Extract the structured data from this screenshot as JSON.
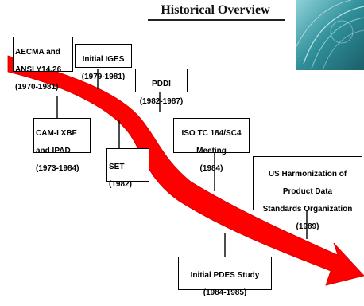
{
  "title": "Historical Overview",
  "milestones": [
    {
      "line1": "AECMA and",
      "line2": "ANSI Y14.26",
      "line3": "(1970-1981)"
    },
    {
      "line1": "Initial IGES",
      "line2": "(1979-1981)"
    },
    {
      "line1": "PDDI",
      "line2": "(1982-1987)"
    },
    {
      "line1": "CAM-I XBF",
      "line2": "and IPAD",
      "line3": "(1973-1984)"
    },
    {
      "line1": "SET",
      "line2": "(1982)"
    },
    {
      "line1": "ISO TC 184/SC4",
      "line2": "Meeting",
      "line3": "(1984)"
    },
    {
      "line1": "US Harmonization of",
      "line2": "Product Data",
      "line3": "Standards Organization",
      "line4": "(1989)"
    },
    {
      "line1": "Initial PDES Study",
      "line2": "(1984-1985)"
    }
  ],
  "colors": {
    "arrow": "#ff0000",
    "arrow_edge": "#cc0000",
    "art_bg": "#2f8f9a"
  }
}
